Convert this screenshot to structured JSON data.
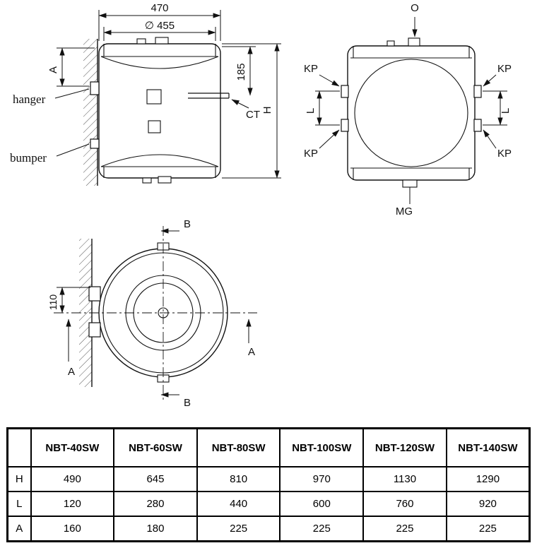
{
  "drawing": {
    "front_view": {
      "dim_width_overall": "470",
      "dim_diameter": "∅ 455",
      "dim_wall_to_hanger": "A",
      "dim_top_to_ct": "185",
      "label_hanger": "hanger",
      "label_bumper": "bumper",
      "label_ct": "CT",
      "dim_height": "H"
    },
    "side_view": {
      "label_top_outlet": "O",
      "label_kp_top_left": "KP",
      "label_kp_top_right": "KP",
      "label_kp_bottom_left": "KP",
      "label_kp_bottom_right": "KP",
      "dim_bracket_spacing_left": "L",
      "dim_bracket_spacing_right": "L",
      "label_bottom_outlet": "MG"
    },
    "top_view": {
      "label_section_b_top": "B",
      "label_section_b_bottom": "B",
      "dim_bracket_offset": "110",
      "label_section_a_left": "A",
      "label_section_a_right": "A"
    }
  },
  "table": {
    "columns": [
      "NBT-40SW",
      "NBT-60SW",
      "NBT-80SW",
      "NBT-100SW",
      "NBT-120SW",
      "NBT-140SW"
    ],
    "rows": [
      {
        "label": "H",
        "values": [
          "490",
          "645",
          "810",
          "970",
          "1130",
          "1290"
        ]
      },
      {
        "label": "L",
        "values": [
          "120",
          "280",
          "440",
          "600",
          "760",
          "920"
        ]
      },
      {
        "label": "A",
        "values": [
          "160",
          "180",
          "225",
          "225",
          "225",
          "225"
        ]
      }
    ]
  }
}
